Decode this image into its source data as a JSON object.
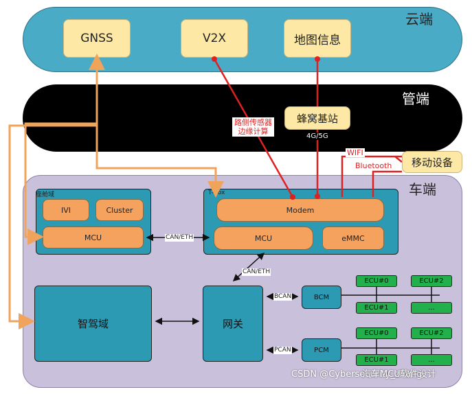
{
  "zones": {
    "cloud": "云端",
    "pipe": "管端",
    "vehicle": "车端"
  },
  "cloud_items": {
    "gnss": "GNSS",
    "v2x": "V2X",
    "map": "地图信息"
  },
  "pipe": {
    "base_station": "蜂窝基站",
    "network_label": "4G/5G",
    "roadside_label_line1": "路侧传感器",
    "roadside_label_line2": "边缘计算"
  },
  "mobile": {
    "device": "移动设备",
    "wifi": "WIFI",
    "bluetooth": "Bluetooth"
  },
  "cockpit": {
    "title": "座舱域",
    "ivi": "IVI",
    "cluster": "Cluster",
    "mcu": "MCU"
  },
  "tbox": {
    "title": "T-Box",
    "modem": "Modem",
    "mcu": "MCU",
    "emmc": "eMMC"
  },
  "links": {
    "can_eth_1": "CAN/ETH",
    "can_eth_2": "CAN/ETH",
    "bcan": "BCAN",
    "pcan": "PCAN"
  },
  "lower": {
    "adas": "智驾域",
    "gateway": "网关",
    "bcm": "BCM",
    "pcm": "PCM"
  },
  "ecus_top": {
    "ecu0": "ECU#0",
    "ecu2": "ECU#2",
    "ecu1": "ECU#1",
    "ellipsis": "..."
  },
  "ecus_bottom": {
    "ecu0": "ECU#0",
    "ecu2": "ECU#2",
    "ecu1": "ECU#1",
    "ellipsis": "..."
  },
  "watermark": "CSDN @Cybersecurity_zhang",
  "watermark2": "汽车MCU软件设计",
  "colors": {
    "cloud": "#4aabc7",
    "pipe": "#000000",
    "vehicle": "#c9c0dc",
    "orange_line": "#f0a35a",
    "red_line": "#e02020"
  }
}
